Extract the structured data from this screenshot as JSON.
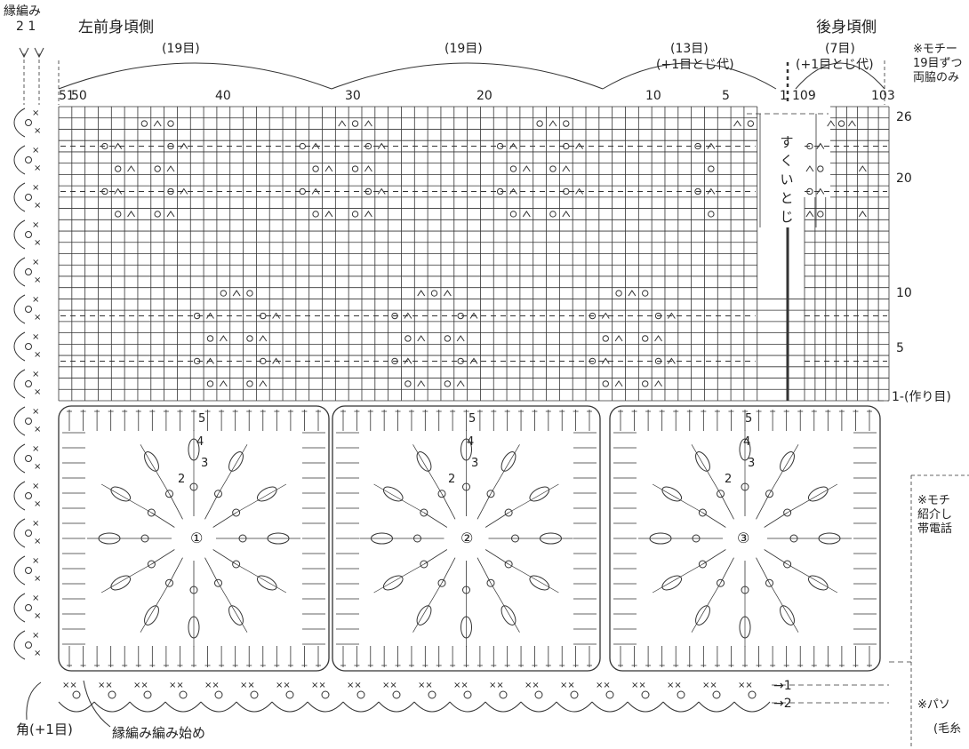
{
  "labels": {
    "edge_title": "縁編み",
    "edge_rows": "2 1",
    "left_front": "左前身頃側",
    "back": "後身頃側",
    "span1": "(19目)",
    "span2": "(19目)",
    "span3": "(13目)",
    "span3b": "(+1目とじ代)",
    "span4": "(7目)",
    "span4b": "(+1目とじ代)",
    "note_top_1": "※モチー",
    "note_top_2": "19目ずつ",
    "note_top_3": "両脇のみ",
    "seam": "すくいとじ",
    "cast_on": "1-(作り目)",
    "note_mid_1": "※モチ",
    "note_mid_2": "紹介し",
    "note_mid_3": "帯電話",
    "note_bottom": "※パソ",
    "note_box": "(毛糸",
    "corner": "角(+1目)",
    "edge_start": "縁編み編み始め",
    "row_arrow_1": "→1",
    "row_arrow_2": "→2"
  },
  "col_numbers": [
    "51",
    "50",
    "40",
    "30",
    "20",
    "10",
    "5",
    "1",
    "109",
    "103"
  ],
  "row_numbers": [
    "26",
    "20",
    "10",
    "5"
  ],
  "motif_numbers": [
    "①",
    "②",
    "③"
  ],
  "round_numbers": [
    "5",
    "4",
    "3",
    "2"
  ]
}
